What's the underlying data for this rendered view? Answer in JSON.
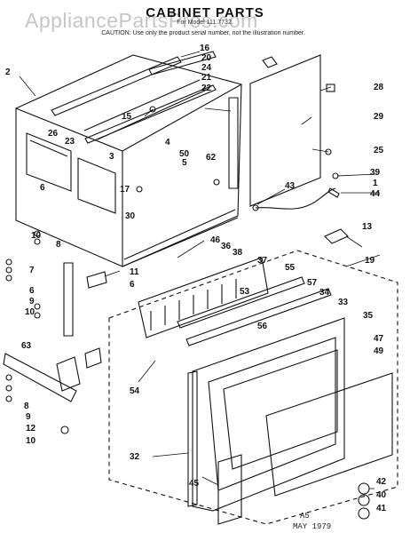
{
  "header": {
    "title": "CABINET PARTS",
    "subtitle": "For Model 111.7732.",
    "caution": "CAUTION: Use only the product serial number, not the illustration number."
  },
  "watermark": "AppliancePartsPros.com",
  "footer": {
    "code": "A5",
    "date": "MAY 1979"
  },
  "callouts": [
    "2",
    "16",
    "20",
    "24",
    "21",
    "22",
    "28",
    "29",
    "25",
    "15",
    "26",
    "23",
    "4",
    "3",
    "50",
    "5",
    "62",
    "17",
    "6",
    "30",
    "39",
    "1",
    "44",
    "43",
    "13",
    "10",
    "8",
    "7",
    "6",
    "9",
    "10",
    "11",
    "6",
    "46",
    "36",
    "38",
    "37",
    "55",
    "53",
    "57",
    "34",
    "33",
    "35",
    "56",
    "19",
    "63",
    "47",
    "49",
    "54",
    "32",
    "8",
    "9",
    "12",
    "10",
    "45",
    "42",
    "40",
    "41"
  ]
}
